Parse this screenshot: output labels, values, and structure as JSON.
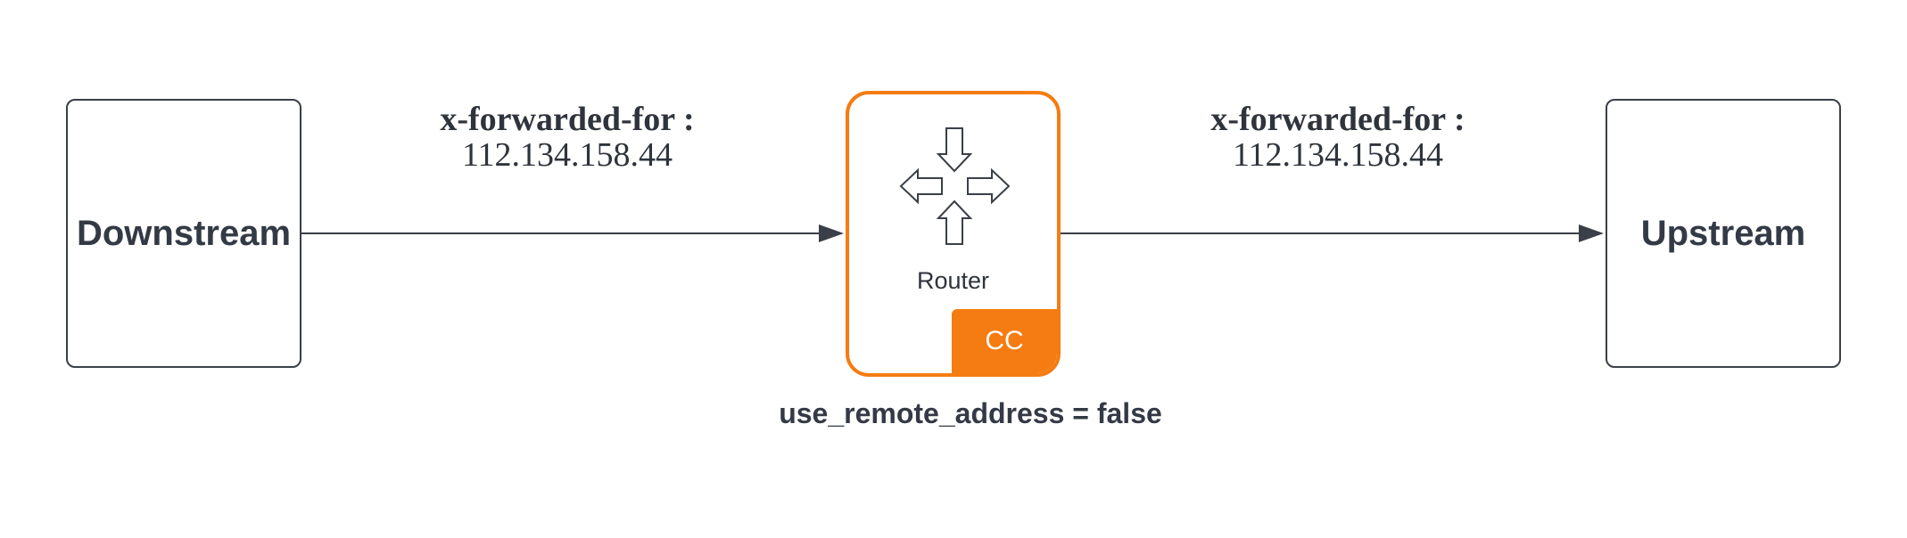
{
  "nodes": {
    "downstream": {
      "label": "Downstream"
    },
    "router": {
      "label": "Router",
      "badge": "CC",
      "setting": "use_remote_address = false"
    },
    "upstream": {
      "label": "Upstream"
    }
  },
  "edges": [
    {
      "from": "Downstream",
      "to": "Router",
      "header": "x-forwarded-for :",
      "value": "112.134.158.44"
    },
    {
      "from": "Router",
      "to": "Upstream",
      "header": "x-forwarded-for :",
      "value": "112.134.158.44"
    }
  ],
  "colors": {
    "accent": "#f57c12",
    "stroke": "#3a3f48",
    "text": "#333a45"
  },
  "icons": {
    "router": "router-arrows-icon"
  }
}
